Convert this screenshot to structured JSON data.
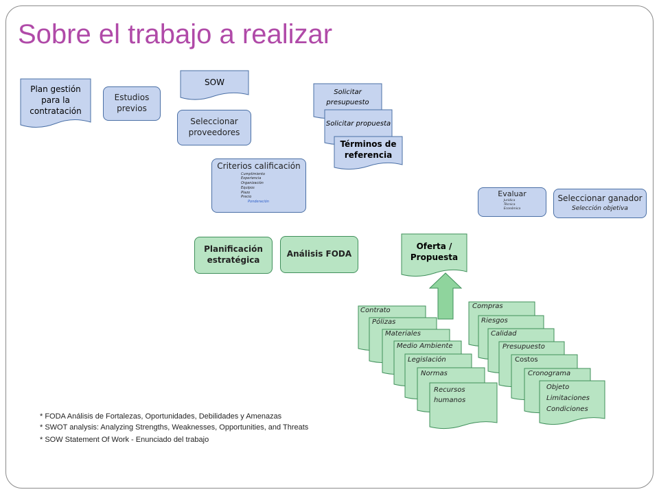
{
  "title": "Sobre el trabajo a realizar",
  "boxes": {
    "plan": "Plan gestión para la contratación",
    "estudios": "Estudios previos",
    "sow": "SOW",
    "seleccionar_prov": "Seleccionar proveedores",
    "solicitar_presupuesto": "Solicitar presupuesto",
    "solicitar_propuesta": "Solicitar propuesta",
    "terminos": "Términos de referencia",
    "criterios": {
      "title": "Criterios calificación",
      "items": [
        "Cumplimiento",
        "Experiencia",
        "Organización",
        "Equipos",
        "Plazo",
        "Precio"
      ],
      "ponderacion": "Ponderación"
    },
    "evaluar": {
      "title": "Evaluar",
      "items": [
        "Jurídica",
        "Técnica",
        "Económica"
      ]
    },
    "ganador": {
      "title": "Seleccionar ganador",
      "sub": "Selección objetiva"
    },
    "planificacion": "Planificación estratégica",
    "foda": "Análisis FODA",
    "oferta": "Oferta / Propuesta"
  },
  "left_stack": [
    "Contrato",
    "Pólizas",
    "Materiales",
    "Medio Ambiente",
    "Legislación",
    "Normas",
    "Recursos humanos"
  ],
  "right_stack": [
    "Compras",
    "Riesgos",
    "Calidad",
    "Presupuesto",
    "Costos",
    "Cronograma"
  ],
  "right_stack_last": [
    "Objeto",
    "Limitaciones",
    "Condiciones"
  ],
  "notes": [
    "*  FODA  Análisis de Fortalezas, Oportunidades, Debilidades y Amenazas",
    "* SWOT analysis:  Analyzing Strengths, Weaknesses, Opportunities, and Threats",
    "*  SOW   Statement Of Work  - Enunciado del trabajo"
  ],
  "colors": {
    "title": "#b04aa8",
    "blue_fill": "#c6d4ef",
    "green_fill": "#b8e4c3",
    "arrow": "#8fd49d"
  }
}
